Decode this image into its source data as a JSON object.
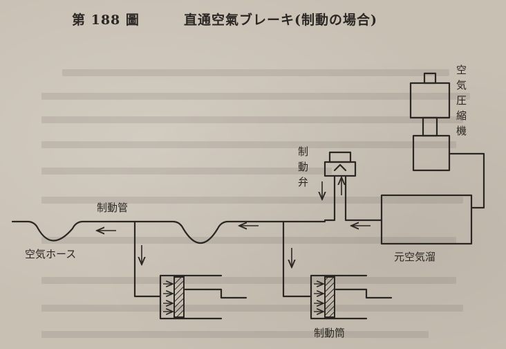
{
  "figure": {
    "number_label": "第 188 圖",
    "caption": "直通空氣ブレーキ(制動の場合)"
  },
  "labels": {
    "compressor": [
      "空",
      "気",
      "圧",
      "縮",
      "機"
    ],
    "control_valve": [
      "制",
      "動",
      "弁"
    ],
    "brake_pipe": "制動管",
    "air_hose": "空気ホース",
    "main_reservoir": "元空気溜",
    "brake_cylinder": "制動筒"
  }
}
